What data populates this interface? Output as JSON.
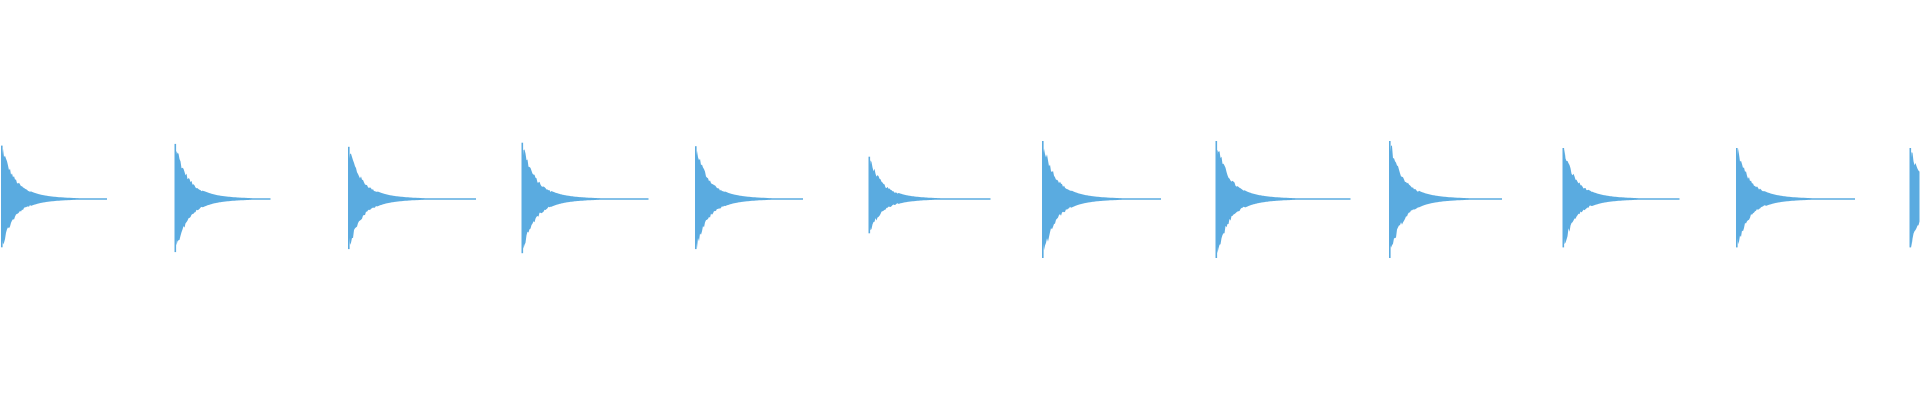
{
  "waveform": {
    "color": "#5aabe0",
    "background": "#ffffff",
    "pulses": [
      {
        "peak_up": 0.92,
        "peak_down": 0.82,
        "tail": 0.0
      },
      {
        "peak_up": 0.95,
        "peak_down": 0.9,
        "tail": 0.0
      },
      {
        "peak_up": 0.9,
        "peak_down": 0.85,
        "tail": 0.0
      },
      {
        "peak_up": 0.97,
        "peak_down": 0.92,
        "tail": 0.0
      },
      {
        "peak_up": 0.91,
        "peak_down": 0.85,
        "tail": 0.0
      },
      {
        "peak_up": 0.73,
        "peak_down": 0.58,
        "tail": 0.0
      },
      {
        "peak_up": 1.0,
        "peak_down": 1.0,
        "tail": 0.0
      },
      {
        "peak_up": 1.0,
        "peak_down": 1.0,
        "tail": 0.0
      },
      {
        "peak_up": 1.0,
        "peak_down": 1.0,
        "tail": 0.0
      },
      {
        "peak_up": 0.88,
        "peak_down": 0.82,
        "tail": 0.0
      },
      {
        "peak_up": 0.88,
        "peak_down": 0.82,
        "tail": 0.0
      },
      {
        "peak_up": 0.88,
        "peak_down": 0.82,
        "tail": 0.0
      }
    ]
  }
}
